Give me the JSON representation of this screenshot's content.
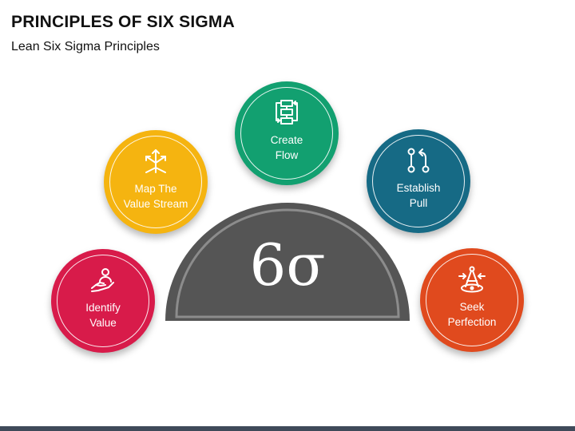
{
  "header": {
    "title": "PRINCIPLES OF SIX SIGMA",
    "subtitle": "Lean Six Sigma Principles"
  },
  "center": {
    "symbol": "6σ",
    "color": "#555555"
  },
  "principles": [
    {
      "label": "Identify\nValue",
      "color": "#d81b4a",
      "icon": "hand-with-person-icon"
    },
    {
      "label": "Map The\nValue Stream",
      "color": "#f5b410",
      "icon": "branching-arrows-icon"
    },
    {
      "label": "Create\nFlow",
      "color": "#12a070",
      "icon": "flow-chart-icon"
    },
    {
      "label": "Establish\nPull",
      "color": "#166a85",
      "icon": "pull-nodes-icon"
    },
    {
      "label": "Seek\nPerfection",
      "color": "#e04a1e",
      "icon": "compass-target-icon"
    }
  ]
}
